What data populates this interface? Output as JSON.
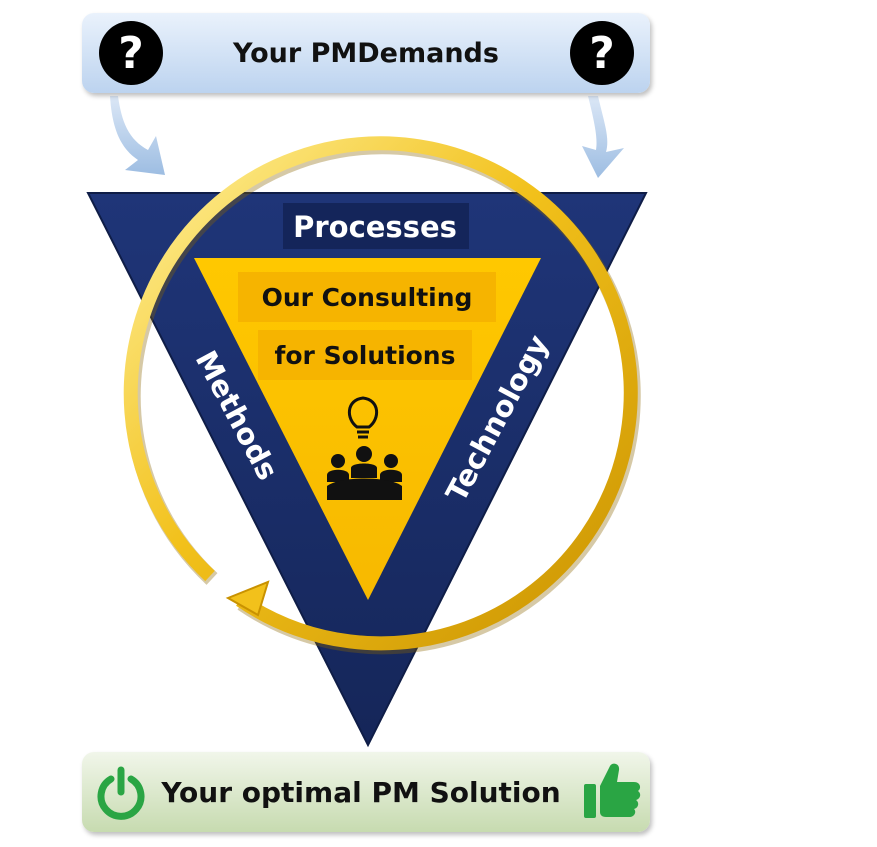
{
  "top_banner": {
    "title": "Your PMDemands",
    "icon": "question-icon"
  },
  "bottom_banner": {
    "title": "Your optimal PM Solution",
    "left_icon": "power-icon",
    "right_icon": "thumbs-up-icon"
  },
  "triangle": {
    "top_label": "Processes",
    "left_label": "Methods",
    "right_label": "Technology",
    "center_line1": "Our Consulting",
    "center_line2": "for Solutions",
    "center_icons": [
      "lightbulb-icon",
      "team-meeting-icon"
    ]
  },
  "colors": {
    "navy": "#1b2d6b",
    "gold": "#ffc000",
    "ring": "#f2c11b",
    "arrow_blue": "#a9c5e6",
    "green": "#2aa544"
  }
}
